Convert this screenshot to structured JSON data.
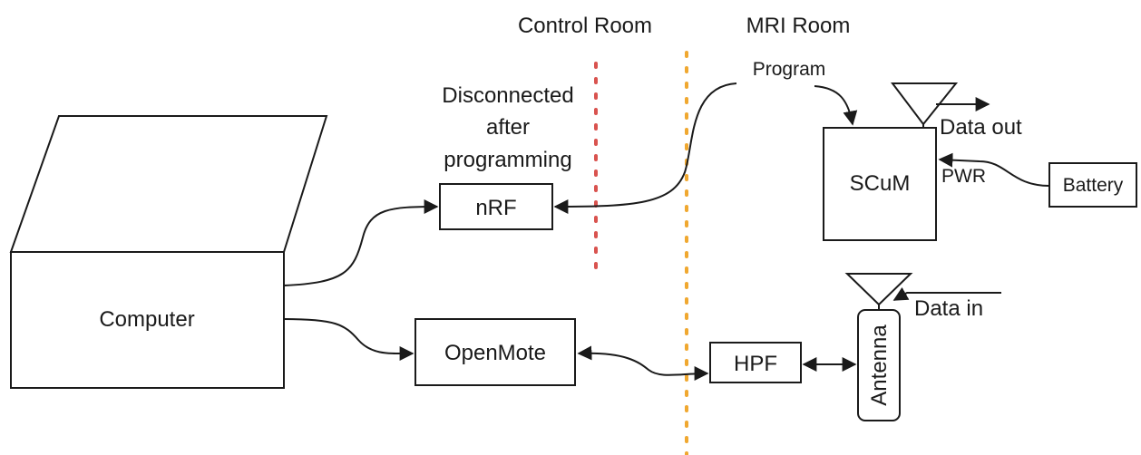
{
  "rooms": {
    "control": "Control Room",
    "mri": "MRI Room"
  },
  "colors": {
    "control_divider": "#d9534f",
    "room_divider": "#f0a830",
    "stroke": "#1a1a1a"
  },
  "nodes": {
    "computer": "Computer",
    "nrf": "nRF",
    "openmote": "OpenMote",
    "scum": "SCuM",
    "battery": "Battery",
    "hpf": "HPF",
    "antenna": "Antenna"
  },
  "annotations": {
    "disconnected_1": "Disconnected",
    "disconnected_2": "after",
    "disconnected_3": "programming",
    "program": "Program",
    "data_out": "Data out",
    "pwr": "PWR",
    "data_in": "Data in"
  },
  "icons": {
    "tx_antenna": "triangle-antenna-icon",
    "rx_antenna": "triangle-antenna-icon"
  }
}
